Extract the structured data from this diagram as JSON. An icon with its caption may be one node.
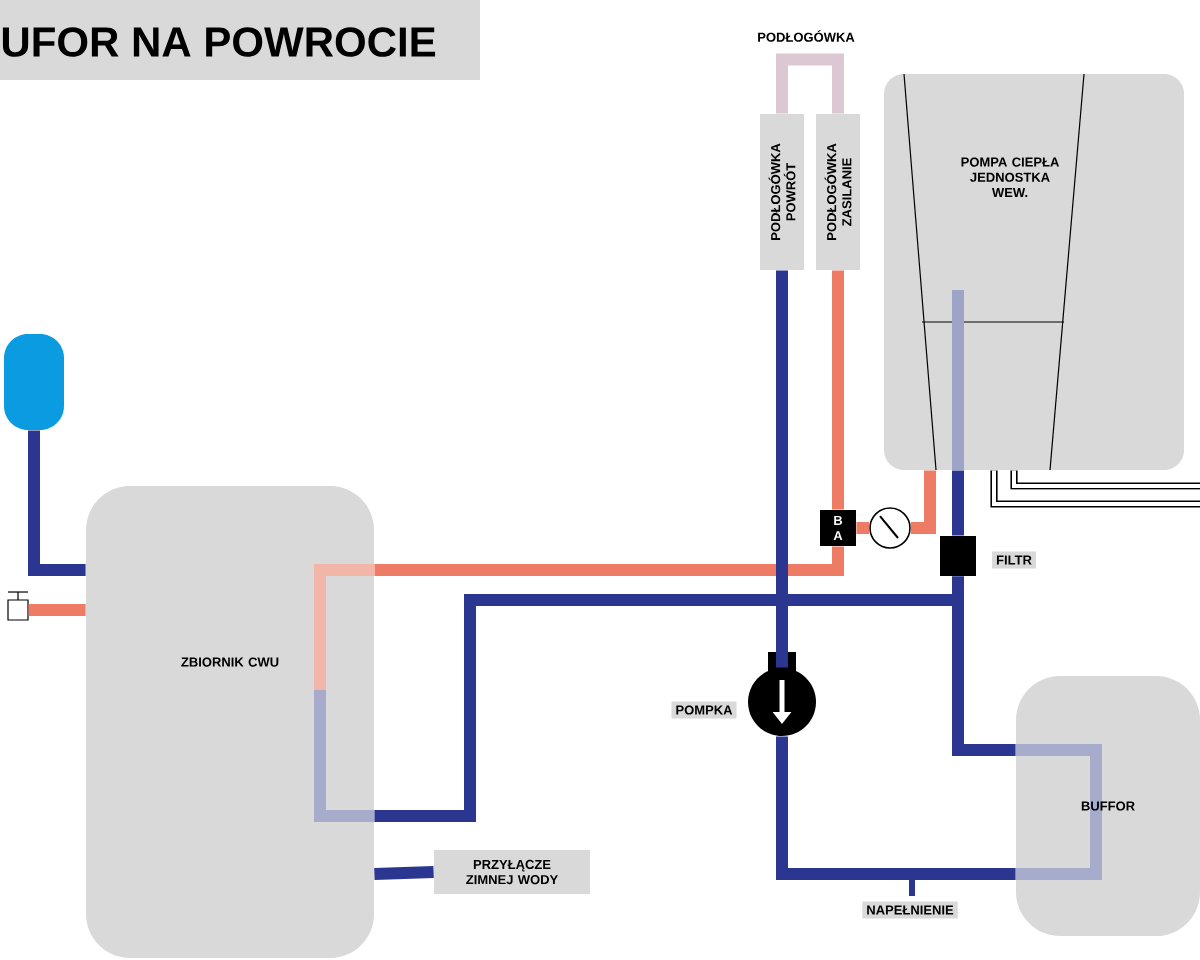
{
  "diagram": {
    "title": "UFOR NA POWROCIE",
    "nodes": [
      {
        "text": [
          "POMPA CIEPŁA JEDNOSTKA WEW."
        ]
      },
      {
        "text": [
          "PODŁOGÓWKA POWRÓT"
        ]
      },
      {
        "text": [
          "PODŁOGÓWKA ZASILANIE"
        ]
      },
      {
        "text": [],
        "shape": "vessel"
      },
      {
        "text": [],
        "shape": "valve"
      },
      {
        "text": [
          "ZBIORNIK CWU"
        ]
      },
      {
        "text": [
          "B",
          "A"
        ]
      },
      {
        "text": [],
        "shape": "circle"
      },
      {
        "text": [],
        "shape": "box",
        "beside": [
          "FILTR"
        ]
      },
      {
        "text": [],
        "shape": "circle",
        "beside": [
          "POMPKA"
        ]
      },
      {
        "text": [
          "PRZYŁĄCZE ZIMNEJ WODY"
        ]
      },
      {
        "text": [
          "BUFFOR"
        ]
      }
    ],
    "edges": [
      {
        "from": 3,
        "to": 5,
        "arrow": "none"
      },
      {
        "from": 4,
        "to": 5,
        "arrow": "none",
        "color": "#ee7b63"
      },
      {
        "from": 5,
        "to": 6,
        "arrow": "none",
        "color": "#ee7b63"
      },
      {
        "from": 6,
        "to": 7,
        "arrow": "none",
        "color": "#ee7b63"
      },
      {
        "from": 7,
        "to": 0,
        "arrow": "none",
        "color": "#ee7b63"
      },
      {
        "from": 6,
        "to": 2,
        "arrow": "none",
        "color": "#ee7b63"
      },
      {
        "from": 2,
        "to": 1,
        "arrow": "none",
        "color": "#dcc8d2"
      },
      {
        "from": 1,
        "to": 9,
        "arrow": "none"
      },
      {
        "from": 9,
        "to": 11,
        "arrow": "none"
      },
      {
        "from": 5,
        "to": 8,
        "arrow": "none"
      },
      {
        "from": 8,
        "to": 0,
        "arrow": "none"
      },
      {
        "from": 8,
        "to": 11,
        "arrow": "none"
      },
      {
        "from": 5,
        "to": 10,
        "arrow": "none"
      },
      {
        "from": 0,
        "to": null,
        "arrow": "none",
        "color": "#000000"
      },
      {
        "from": 0,
        "to": null,
        "arrow": "none",
        "color": "#000000"
      }
    ],
    "labels": [
      "PODŁOGÓWKA",
      "NAPEŁNIENIE"
    ]
  }
}
